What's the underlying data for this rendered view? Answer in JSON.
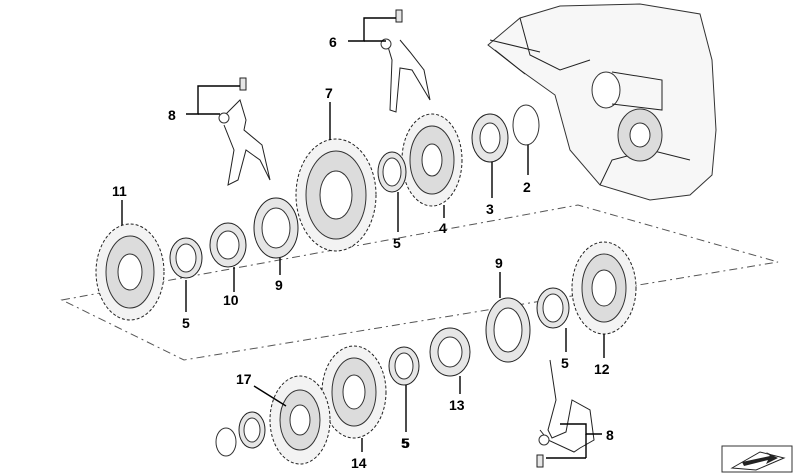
{
  "callouts": [
    {
      "label": "6"
    },
    {
      "label": "7"
    },
    {
      "label": "8"
    },
    {
      "label": "11"
    },
    {
      "label": "5"
    },
    {
      "label": "10"
    },
    {
      "label": "9"
    },
    {
      "label": "5"
    },
    {
      "label": "4"
    },
    {
      "label": "3"
    },
    {
      "label": "2"
    },
    {
      "label": "9"
    },
    {
      "label": "5"
    },
    {
      "label": "12"
    },
    {
      "label": "5"
    },
    {
      "label": "17"
    },
    {
      "label": "13"
    },
    {
      "label": "5"
    },
    {
      "label": "14"
    },
    {
      "label": "8"
    }
  ],
  "colors": {
    "ink": "#222222",
    "background": "#ffffff"
  },
  "nav_icon": "sheet-arrow-icon"
}
